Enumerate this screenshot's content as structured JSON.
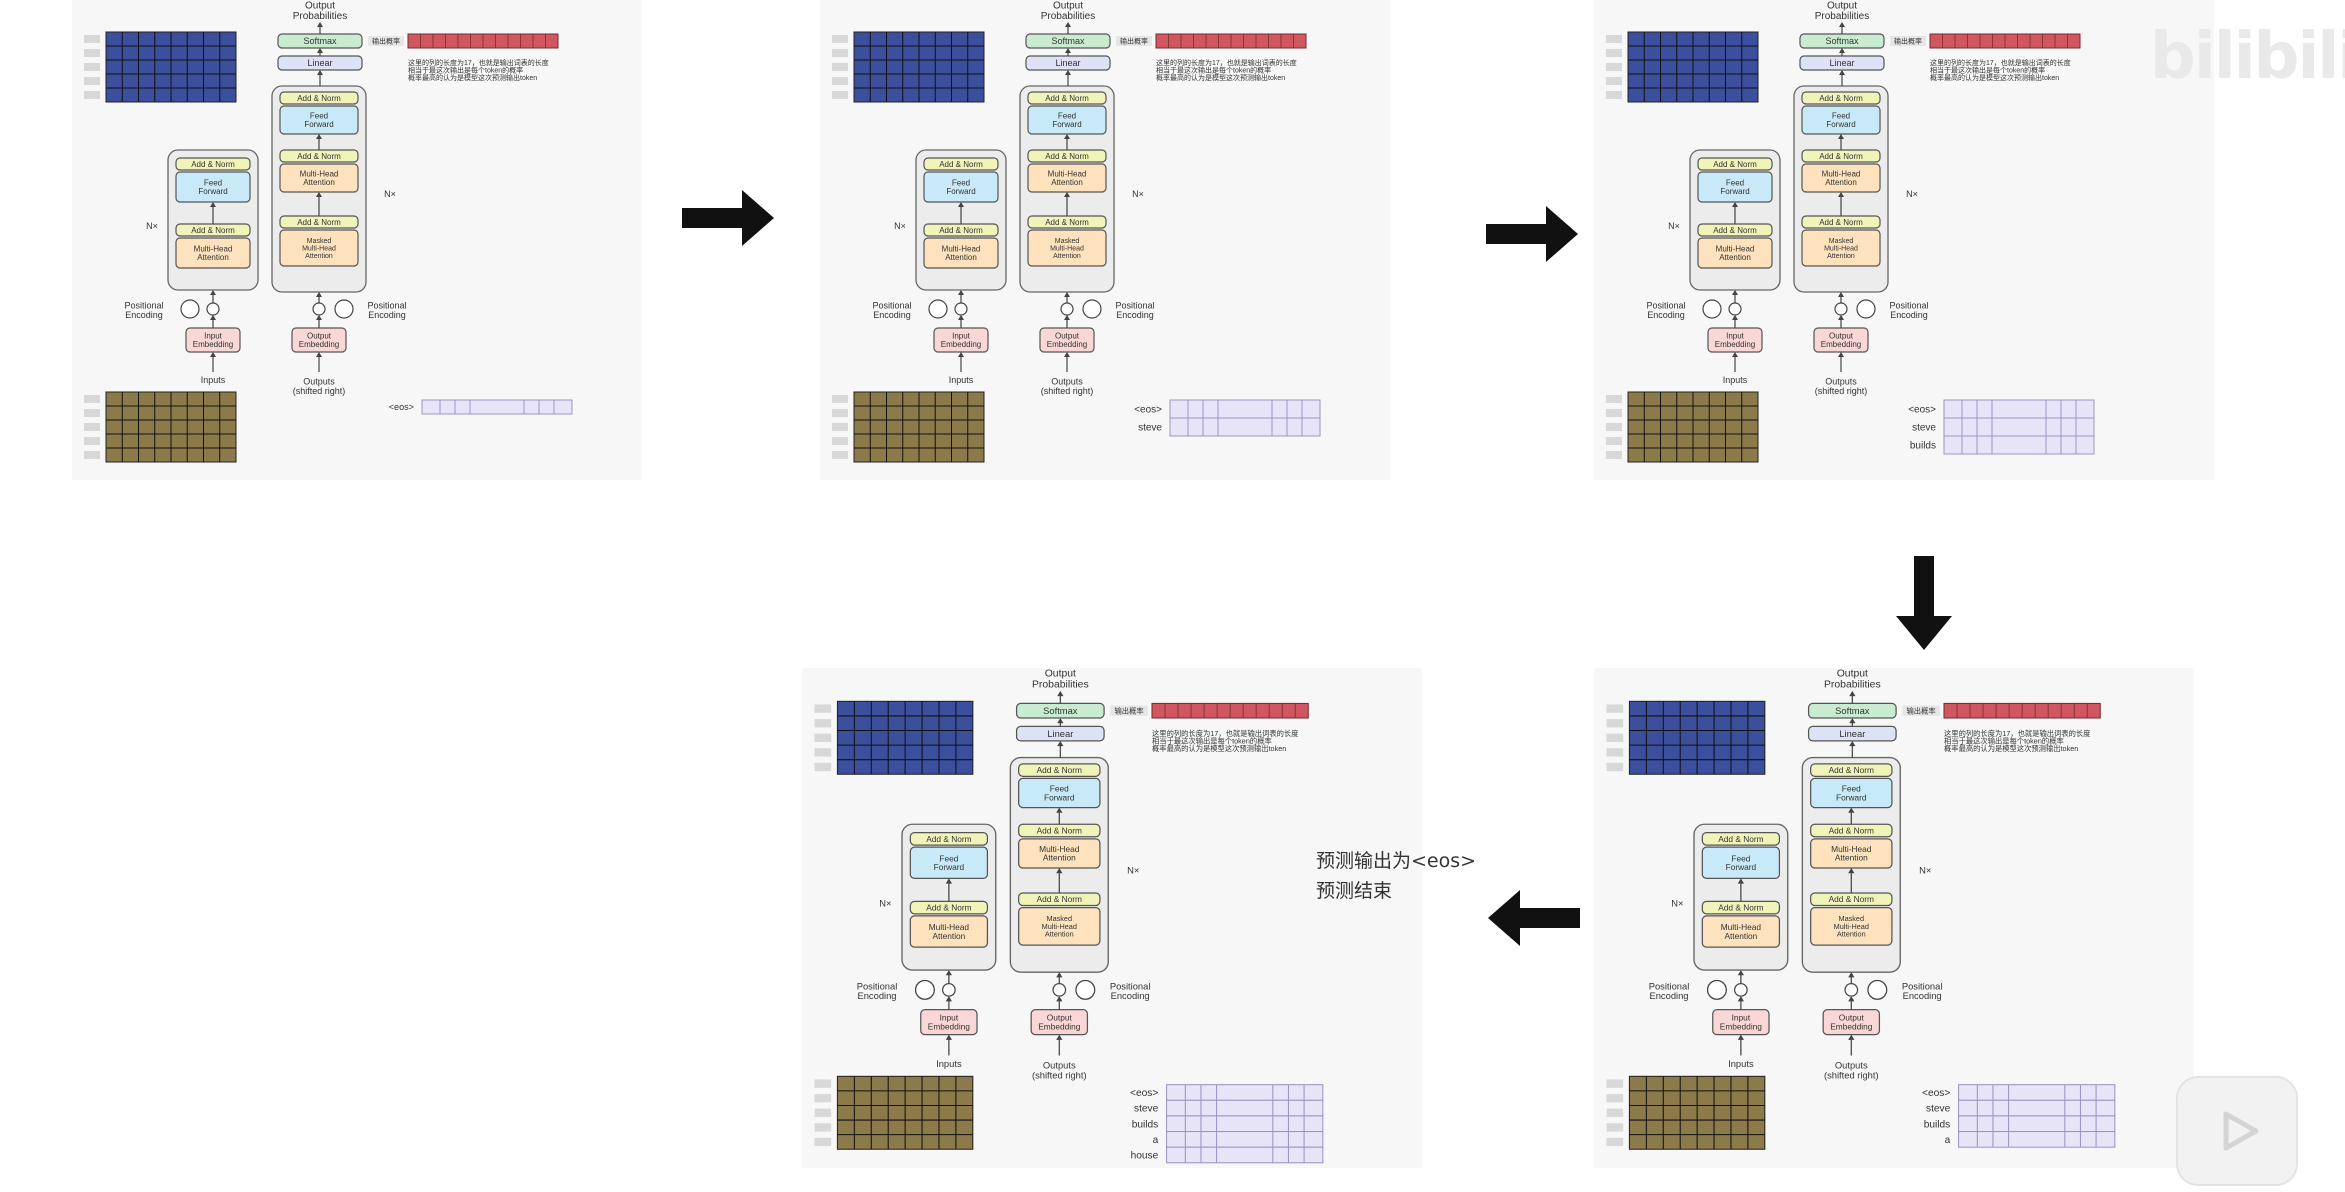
{
  "labels": {
    "output_probabilities": "Output\nProbabilities",
    "softmax": "Softmax",
    "linear": "Linear",
    "add_norm": "Add & Norm",
    "feed_forward": "Feed\nForward",
    "multi_head": "Multi-Head\nAttention",
    "masked_multi_head": "Masked\nMulti-Head\nAttention",
    "nx": "N×",
    "positional": "Positional\nEncoding",
    "input_embedding": "Input\nEmbedding",
    "output_embedding": "Output\nEmbedding",
    "inputs": "Inputs",
    "outputs": "Outputs\n(shifted right)",
    "output_prob_tag": "输出概率",
    "desc": "这里的列的长度为17，也就是输出词表的长度\n相当于最这次输出是每个token的概率\n概率最高的认为是模型这次预测输出token"
  },
  "frames": [
    {
      "id": "step-1",
      "vocab": [
        "<eos>"
      ]
    },
    {
      "id": "step-2",
      "vocab": [
        "<eos>",
        "steve"
      ]
    },
    {
      "id": "step-3",
      "vocab": [
        "<eos>",
        "steve",
        "builds"
      ]
    },
    {
      "id": "step-4",
      "vocab": [
        "<eos>",
        "steve",
        "builds",
        "a"
      ]
    },
    {
      "id": "step-5",
      "vocab": [
        "<eos>",
        "steve",
        "builds",
        "a",
        "house"
      ]
    }
  ],
  "result_note": {
    "line1": "预测输出为<eos>",
    "line2": "预测结束"
  },
  "watermark": "bilibili",
  "colors": {
    "blue_matrix": "#3b4f9c",
    "gold_matrix": "#8c7a4a",
    "red_bar": "#d0575f",
    "lavender": "#e8e4f8",
    "ff_fill": "#c8e9f7",
    "attn_fill": "#fde2bd",
    "addnorm_fill": "#f0f4b9",
    "emb_fill": "#f9d7d7",
    "softmax_fill": "#c9ecd0",
    "linear_fill": "#dde2f6"
  }
}
